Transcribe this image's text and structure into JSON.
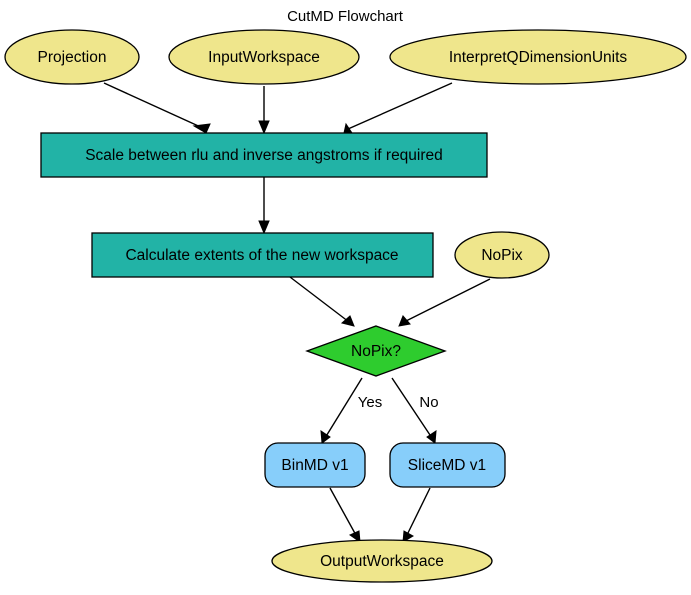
{
  "title": "CutMD Flowchart",
  "colors": {
    "ellipse_fill": "#efe68c",
    "process_fill": "#22b3a6",
    "decision_fill": "#2ecc2e",
    "algorithm_fill": "#87cefa",
    "outline": "#000000",
    "background": "#ffffff"
  },
  "nodes": {
    "projection": {
      "label": "Projection",
      "shape": "ellipse"
    },
    "input_workspace": {
      "label": "InputWorkspace",
      "shape": "ellipse"
    },
    "interpret_q": {
      "label": "InterpretQDimensionUnits",
      "shape": "ellipse"
    },
    "scale": {
      "label": "Scale between rlu and inverse angstroms if required",
      "shape": "box"
    },
    "extents": {
      "label": "Calculate extents of the new workspace",
      "shape": "box"
    },
    "nopix_input": {
      "label": "NoPix",
      "shape": "ellipse"
    },
    "nopix_decision": {
      "label": "NoPix?",
      "shape": "diamond"
    },
    "binmd": {
      "label": "BinMD v1",
      "shape": "rounded-box"
    },
    "slicemd": {
      "label": "SliceMD v1",
      "shape": "rounded-box"
    },
    "output_workspace": {
      "label": "OutputWorkspace",
      "shape": "ellipse"
    }
  },
  "edge_labels": {
    "yes": "Yes",
    "no": "No"
  }
}
